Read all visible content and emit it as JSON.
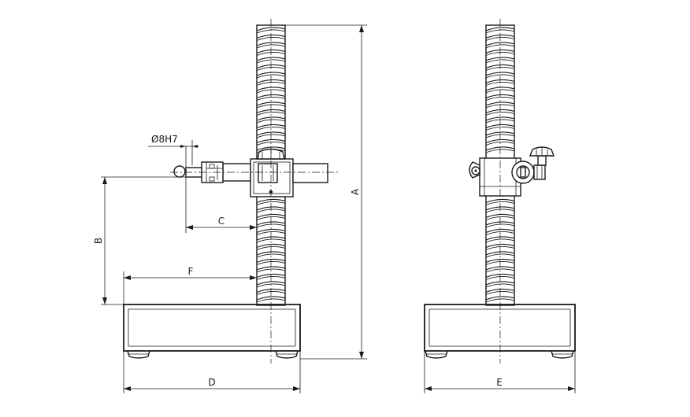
{
  "labels": {
    "A": "A",
    "B": "B",
    "C": "C",
    "D": "D",
    "E": "E",
    "F": "F",
    "bore": "Ø8H7"
  }
}
